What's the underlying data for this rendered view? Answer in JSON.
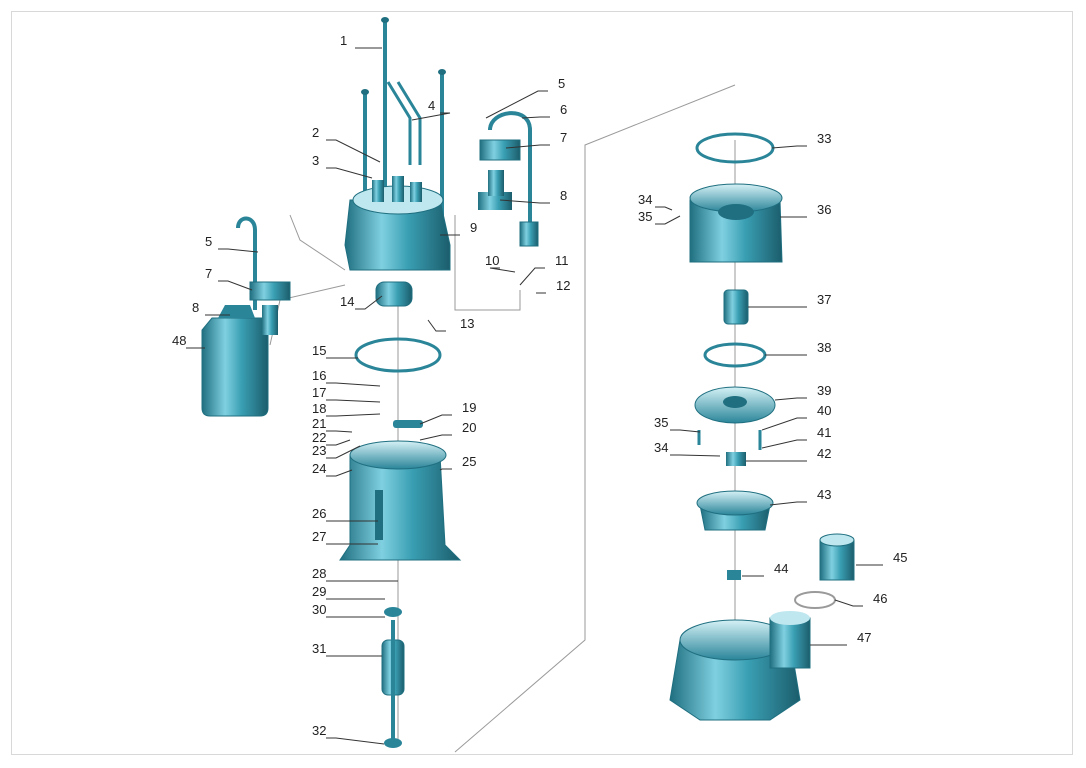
{
  "diagram": {
    "colors": {
      "part_fill": "#3a9fb3",
      "part_light": "#bfe7ef",
      "part_dark": "#1f6f80",
      "line": "#333333"
    },
    "labels": [
      {
        "id": "1",
        "text": "1"
      },
      {
        "id": "2",
        "text": "2"
      },
      {
        "id": "3",
        "text": "3"
      },
      {
        "id": "4",
        "text": "4"
      },
      {
        "id": "5a",
        "text": "5"
      },
      {
        "id": "6",
        "text": "6"
      },
      {
        "id": "7a",
        "text": "7"
      },
      {
        "id": "8a",
        "text": "8"
      },
      {
        "id": "9",
        "text": "9"
      },
      {
        "id": "10",
        "text": "10"
      },
      {
        "id": "11",
        "text": "11"
      },
      {
        "id": "12",
        "text": "12"
      },
      {
        "id": "13",
        "text": "13"
      },
      {
        "id": "14",
        "text": "14"
      },
      {
        "id": "15",
        "text": "15"
      },
      {
        "id": "16",
        "text": "16"
      },
      {
        "id": "17",
        "text": "17"
      },
      {
        "id": "18",
        "text": "18"
      },
      {
        "id": "19",
        "text": "19"
      },
      {
        "id": "20",
        "text": "20"
      },
      {
        "id": "21",
        "text": "21"
      },
      {
        "id": "22",
        "text": "22"
      },
      {
        "id": "23",
        "text": "23"
      },
      {
        "id": "24",
        "text": "24"
      },
      {
        "id": "25",
        "text": "25"
      },
      {
        "id": "26",
        "text": "26"
      },
      {
        "id": "27",
        "text": "27"
      },
      {
        "id": "28",
        "text": "28"
      },
      {
        "id": "29",
        "text": "29"
      },
      {
        "id": "30",
        "text": "30"
      },
      {
        "id": "31",
        "text": "31"
      },
      {
        "id": "32",
        "text": "32"
      },
      {
        "id": "5b",
        "text": "5"
      },
      {
        "id": "7b",
        "text": "7"
      },
      {
        "id": "8b",
        "text": "8"
      },
      {
        "id": "48",
        "text": "48"
      },
      {
        "id": "33",
        "text": "33"
      },
      {
        "id": "34a",
        "text": "34"
      },
      {
        "id": "35a",
        "text": "35"
      },
      {
        "id": "36",
        "text": "36"
      },
      {
        "id": "37",
        "text": "37"
      },
      {
        "id": "38",
        "text": "38"
      },
      {
        "id": "39",
        "text": "39"
      },
      {
        "id": "40",
        "text": "40"
      },
      {
        "id": "35b",
        "text": "35"
      },
      {
        "id": "41",
        "text": "41"
      },
      {
        "id": "34b",
        "text": "34"
      },
      {
        "id": "42",
        "text": "42"
      },
      {
        "id": "43",
        "text": "43"
      },
      {
        "id": "44",
        "text": "44"
      },
      {
        "id": "45",
        "text": "45"
      },
      {
        "id": "46",
        "text": "46"
      },
      {
        "id": "47",
        "text": "47"
      }
    ]
  }
}
